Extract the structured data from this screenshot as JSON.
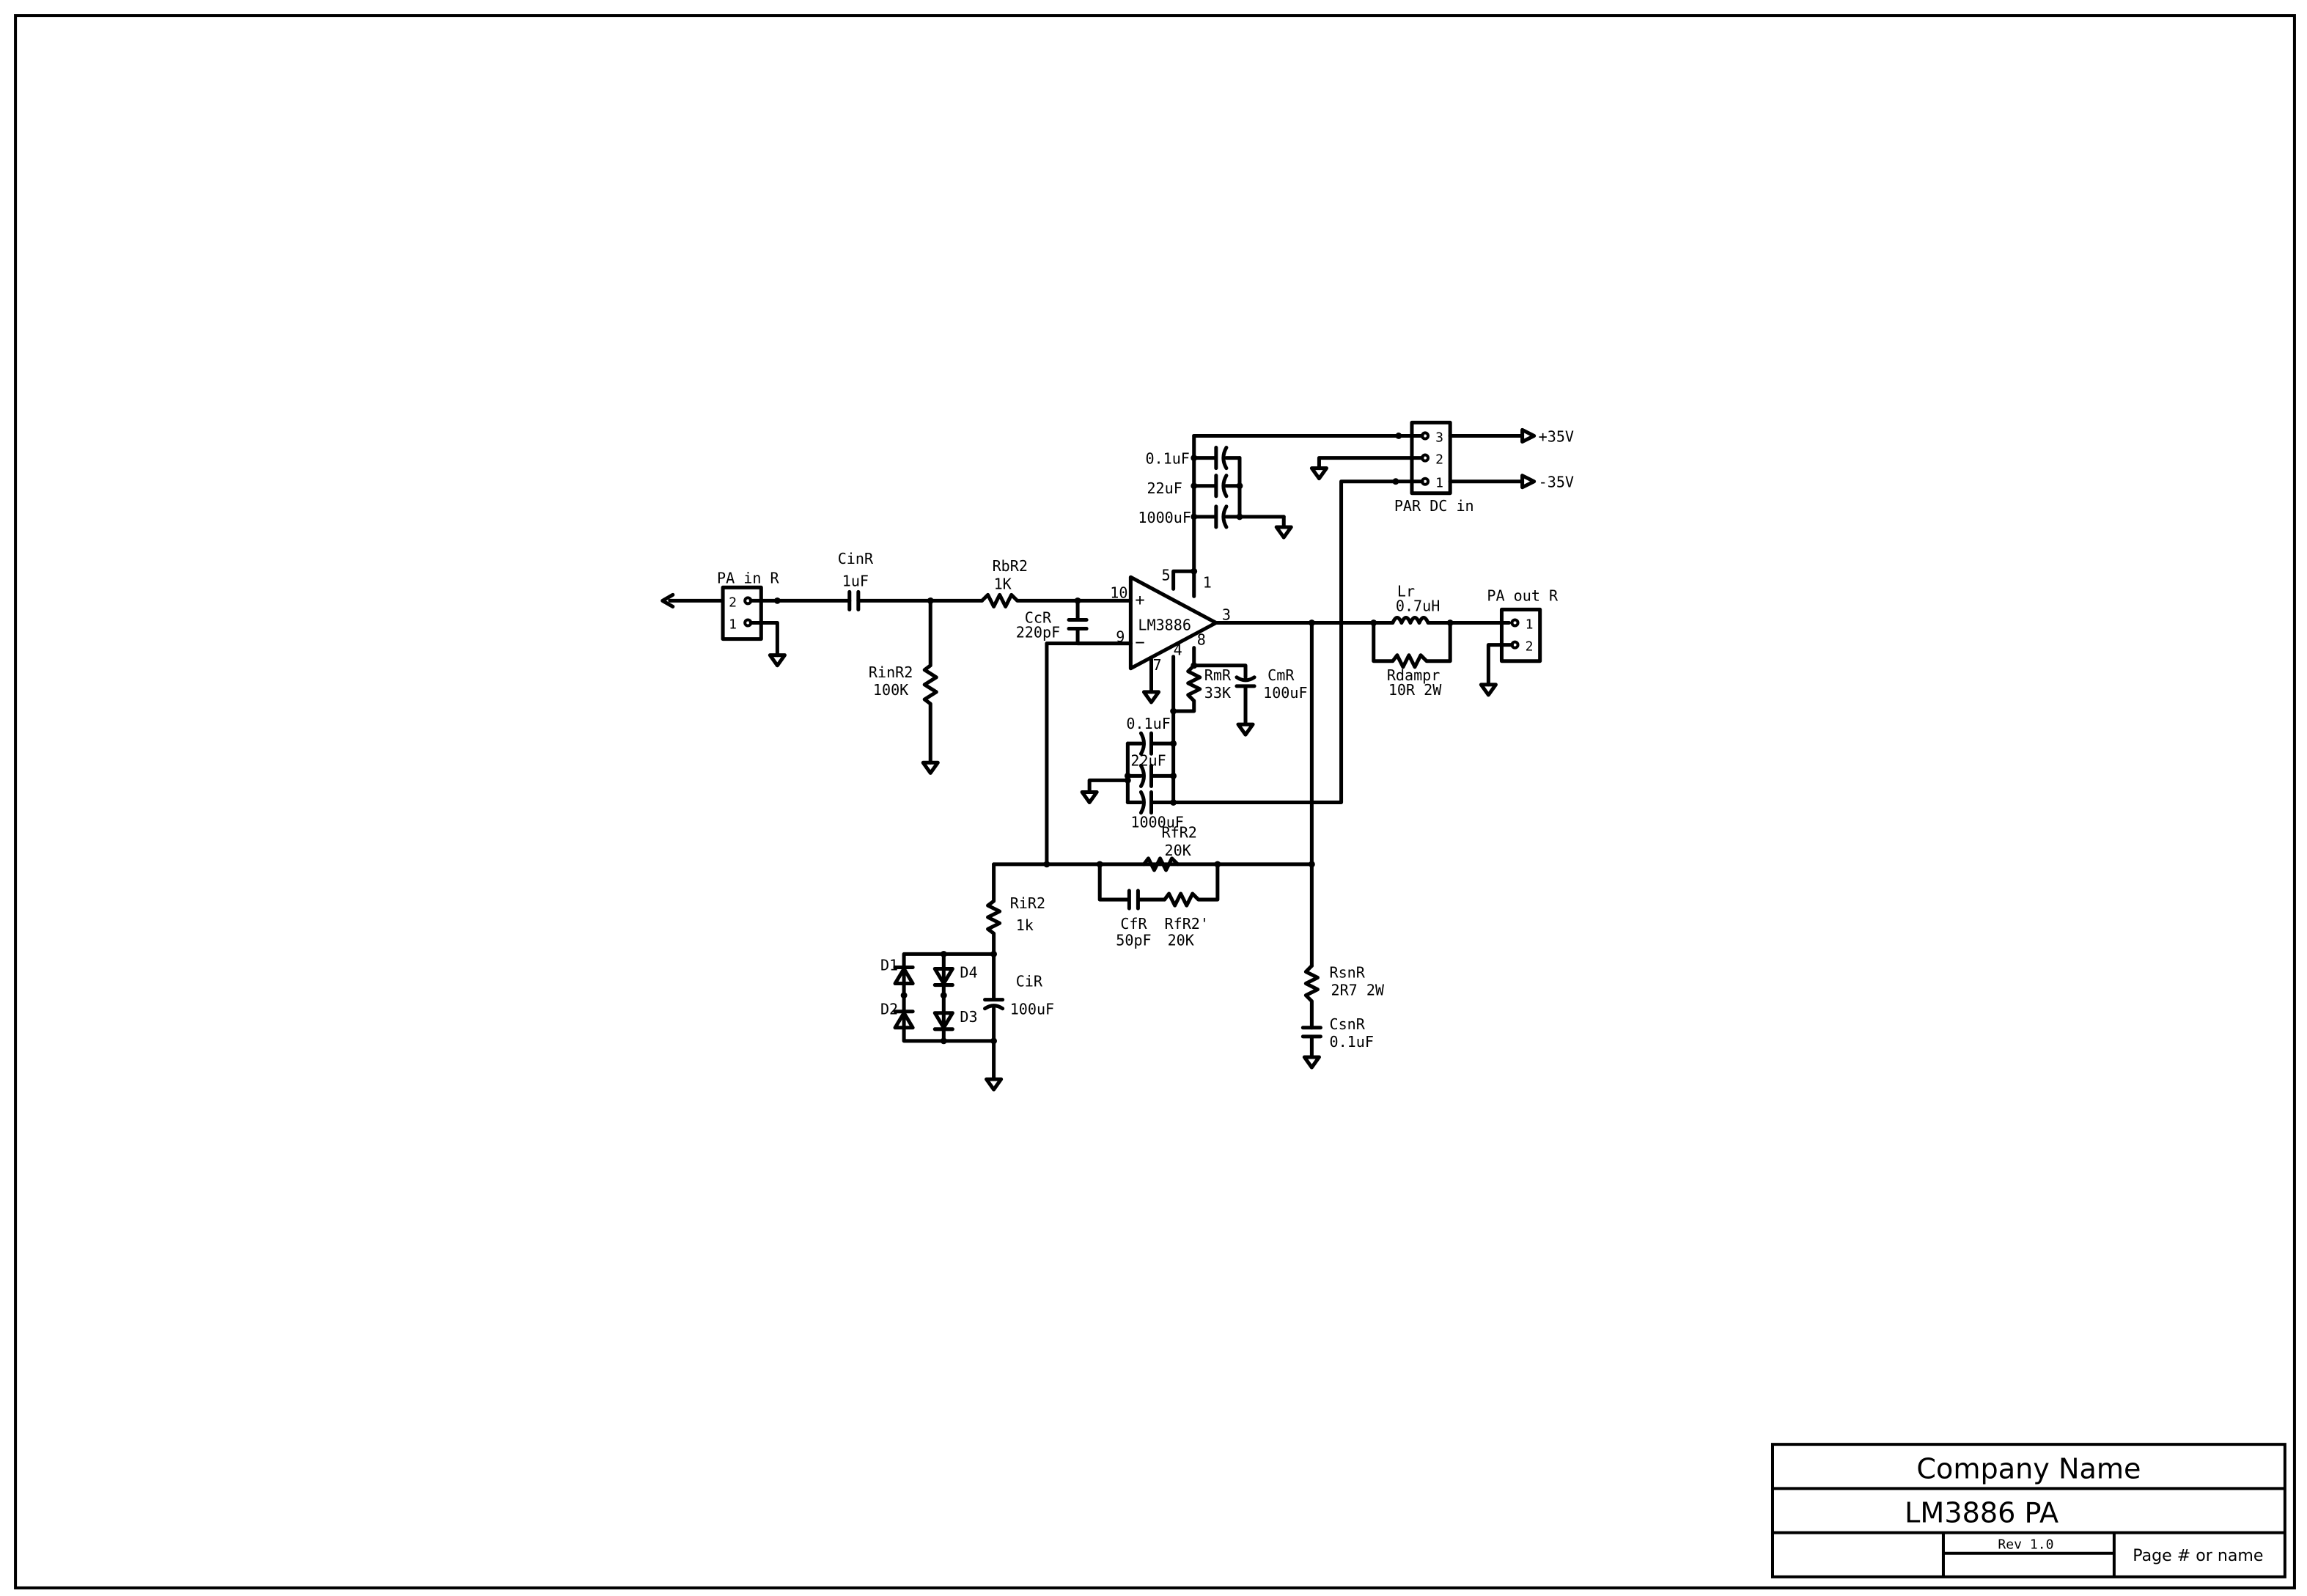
{
  "schematic": {
    "input_connector": {
      "name": "PA in R",
      "pins": [
        "2",
        "1"
      ]
    },
    "parts": {
      "CinR": {
        "ref": "CinR",
        "value": "1uF"
      },
      "RbR2": {
        "ref": "RbR2",
        "value": "1K"
      },
      "RinR2": {
        "ref": "RinR2",
        "value": "100K"
      },
      "CcR": {
        "ref": "CcR",
        "value": "220pF"
      },
      "U1": {
        "ref": "LM3886",
        "pins": {
          "p10": "10",
          "p9": "9",
          "p5": "5",
          "p1": "1",
          "p3": "3",
          "p8": "8",
          "p7": "7",
          "p4": "4"
        },
        "plus": "+",
        "minus": "−"
      },
      "RmR": {
        "ref": "RmR",
        "value": "33K"
      },
      "CmR": {
        "ref": "CmR",
        "value": "100uF"
      },
      "Lr": {
        "ref": "Lr",
        "value": "0.7uH"
      },
      "Rdampr": {
        "ref": "Rdampr",
        "value": "10R 2W"
      },
      "RfR2": {
        "ref": "RfR2",
        "value": "20K"
      },
      "CfR": {
        "ref": "CfR",
        "value": "50pF"
      },
      "RfR2p": {
        "ref": "RfR2'",
        "value": "20K"
      },
      "RiR2": {
        "ref": "RiR2",
        "value": "1k"
      },
      "CiR": {
        "ref": "CiR",
        "value": "100uF"
      },
      "RsnR": {
        "ref": "RsnR",
        "value": "2R7 2W"
      },
      "CsnR": {
        "ref": "CsnR",
        "value": "0.1uF"
      },
      "D1": {
        "ref": "D1"
      },
      "D2": {
        "ref": "D2"
      },
      "D3": {
        "ref": "D3"
      },
      "D4": {
        "ref": "D4"
      }
    },
    "top_decoupling": [
      "0.1uF",
      "22uF",
      "1000uF"
    ],
    "bottom_decoupling": [
      "0.1uF",
      "22uF",
      "1000uF"
    ],
    "output_connector": {
      "name": "PA out R",
      "pins": [
        "1",
        "2"
      ]
    },
    "dc_connector": {
      "name": "PAR DC in",
      "pins": [
        "3",
        "2",
        "1"
      ]
    },
    "rails": {
      "positive": "+35V",
      "negative": "-35V"
    }
  },
  "title_block": {
    "company": "Company Name",
    "title": "LM3886 PA",
    "revision": "Rev 1.0",
    "page": "Page # or name"
  }
}
